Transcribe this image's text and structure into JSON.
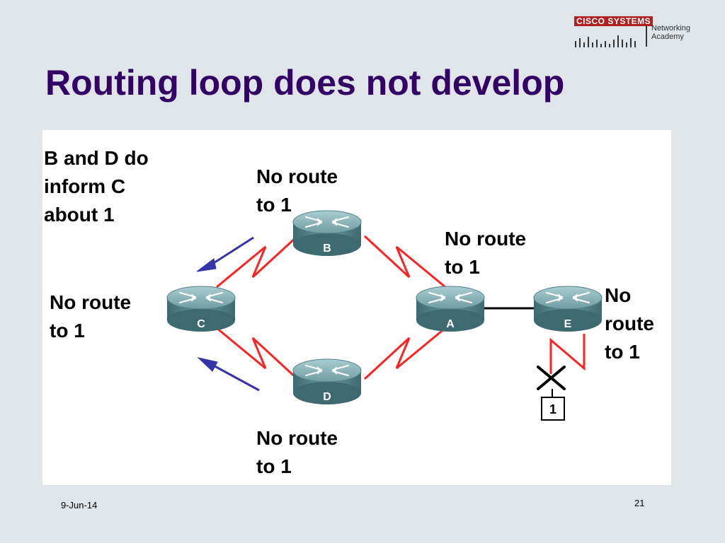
{
  "title": "Routing loop does not develop",
  "logo": {
    "brand": "CISCO SYSTEMS",
    "academy": "Networking\nAcademy"
  },
  "diagram": {
    "routers": [
      {
        "label": "B"
      },
      {
        "label": "C"
      },
      {
        "label": "A"
      },
      {
        "label": "D"
      },
      {
        "label": "E"
      }
    ],
    "network_label": "1",
    "annotations": {
      "b_and_d": "B and D do\ninform C\nabout 1",
      "b": "No route\nto 1",
      "a": "No route\nto 1",
      "c": "No route\nto 1",
      "e": "No route\nto 1",
      "d": "No route\nto 1"
    },
    "colors": {
      "serial_link": "#ff2222",
      "arrow": "#3333aa",
      "router_body": "#5c8c93",
      "ethernet_link": "#000000",
      "failure_mark": "#000000"
    }
  },
  "footer": {
    "date": "9-Jun-14",
    "page": "21"
  }
}
